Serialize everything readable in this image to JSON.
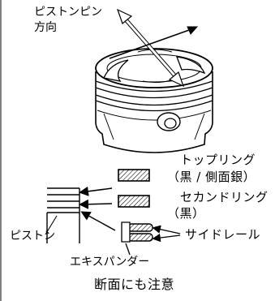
{
  "labels": {
    "piston_pin_line1": "ピストンピン",
    "piston_pin_line2": "方向",
    "top_ring": "トップリング",
    "top_ring_note": "（黒 / 側面銀）",
    "second_ring": "セカンドリング",
    "second_ring_note": "（黒）",
    "piston": "ピストン",
    "side_rail": "サイドレール",
    "expander": "エキスパンダー",
    "footer": "断面にも注意"
  },
  "colors": {
    "line": "#000000",
    "hatch_fill": "#ffffff",
    "background": "#ffffff"
  }
}
